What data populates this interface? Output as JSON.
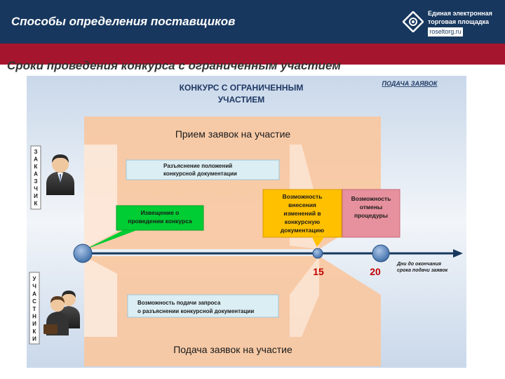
{
  "header": {
    "title": "Способы определения поставщиков",
    "logo_line1": "Единая электронная",
    "logo_line2": "торговая площадка",
    "logo_url": "roseltorg.ru"
  },
  "subtitle": "Сроки проведения конкурса с ограниченным участием",
  "diagram": {
    "title_line1": "КОНКУРС С ОГРАНИЧЕННЫМ",
    "title_line2": "УЧАСТИЕМ",
    "corner_label": "ПОДАЧА ЗАЯВОК",
    "top_band": "Прием заявок на участие",
    "bottom_band": "Подача заявок на участие",
    "clarification_line1": "Разъяснение положений",
    "clarification_line2": "конкурсной документации",
    "notice_line1": "Извещение о",
    "notice_line2": "проведении конкурса",
    "changes_lines": [
      "Возможность",
      "внесения",
      "изменений в",
      "конкурсную",
      "документацию"
    ],
    "cancel_lines": [
      "Возможность",
      "отмены",
      "процедуры"
    ],
    "request_line1": "Возможность подачи запроса",
    "request_line2": "о разъяснении конкурсной документации",
    "customer_letters": [
      "З",
      "А",
      "К",
      "А",
      "З",
      "Ч",
      "И",
      "К"
    ],
    "participants_letters": [
      "У",
      "Ч",
      "А",
      "С",
      "Т",
      "Н",
      "И",
      "К",
      "И"
    ],
    "day_15": "15",
    "day_20": "20",
    "axis_label_line1": "Дни до окончания",
    "axis_label_line2": "срока подачи заявок"
  },
  "colors": {
    "header_bg": "#17375e",
    "red_bar": "#a5162e",
    "orange_band": "#f9c79f",
    "light_blue_box": "#dbeef4",
    "green_box": "#00cc33",
    "yellow_box": "#ffc000",
    "pink_box": "#e6919d",
    "axis": "#17375e",
    "day_numbers": "#c00000"
  }
}
